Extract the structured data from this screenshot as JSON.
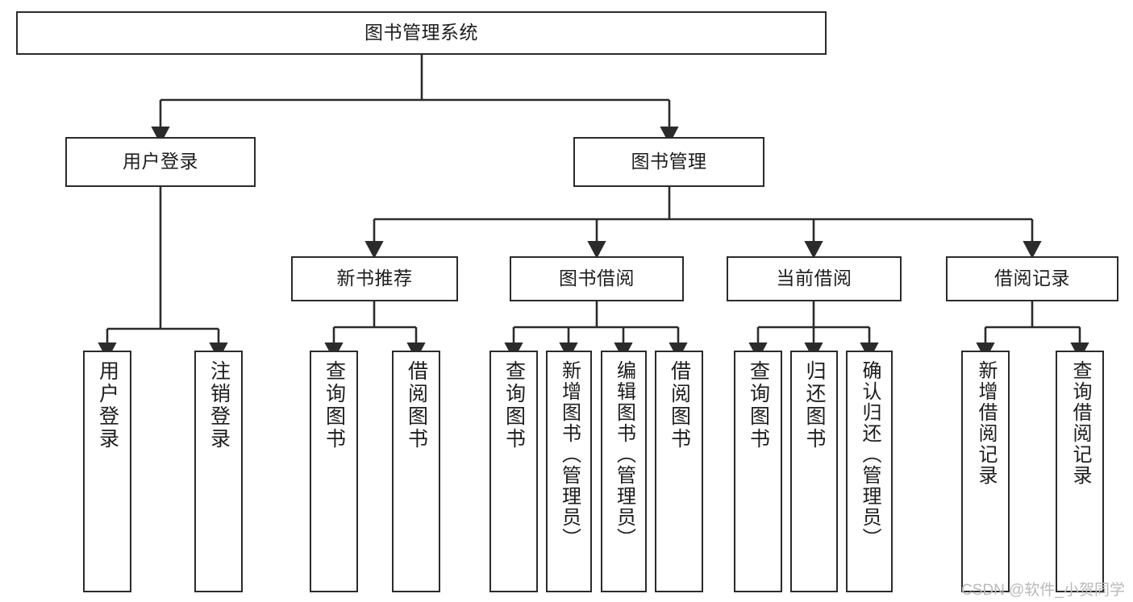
{
  "diagram": {
    "title": "图书管理系统",
    "type": "tree-hierarchy",
    "root": {
      "label": "图书管理系统"
    },
    "level2": [
      {
        "label": "用户登录"
      },
      {
        "label": "图书管理"
      }
    ],
    "level3": [
      {
        "label": "新书推荐"
      },
      {
        "label": "图书借阅"
      },
      {
        "label": "当前借阅"
      },
      {
        "label": "借阅记录"
      }
    ],
    "leaves": {
      "user_login": [
        {
          "label": "用户登录"
        },
        {
          "label": "注销登录"
        }
      ],
      "new_book_recommend": [
        {
          "label": "查询图书"
        },
        {
          "label": "借阅图书"
        }
      ],
      "book_borrow": [
        {
          "label": "查询图书"
        },
        {
          "label": "新增图书（管理员）"
        },
        {
          "label": "编辑图书（管理员）"
        },
        {
          "label": "借阅图书"
        }
      ],
      "current_borrow": [
        {
          "label": "查询图书"
        },
        {
          "label": "归还图书"
        },
        {
          "label": "确认归还（管理员）"
        }
      ],
      "borrow_record": [
        {
          "label": "新增借阅记录"
        },
        {
          "label": "查询借阅记录"
        }
      ]
    }
  },
  "watermark": {
    "text": "CSDN @软件_小贺同学"
  },
  "colors": {
    "stroke": "#2b2b2b",
    "fill": "#ffffff",
    "text": "#1d1d1d",
    "watermark": "#b9b9b9"
  }
}
